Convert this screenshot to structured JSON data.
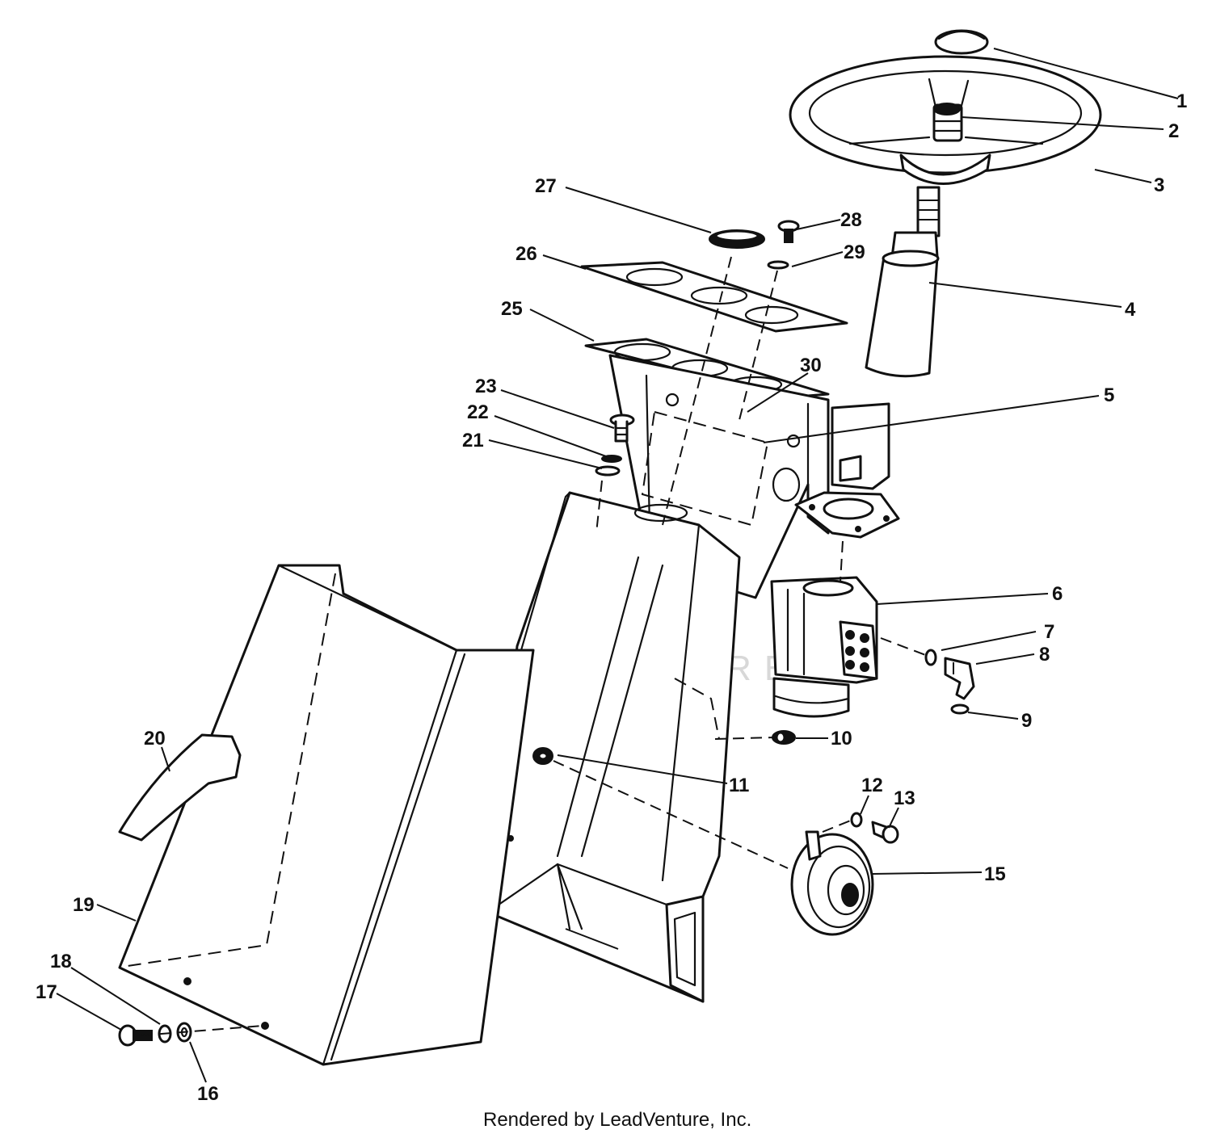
{
  "watermark": "LEADVENTURE",
  "footer": "Rendered by LeadVenture, Inc.",
  "callouts": [
    "1",
    "2",
    "3",
    "4",
    "5",
    "6",
    "7",
    "8",
    "9",
    "10",
    "11",
    "12",
    "13",
    "15",
    "16",
    "17",
    "18",
    "19",
    "20",
    "21",
    "22",
    "23",
    "25",
    "26",
    "27",
    "28",
    "29",
    "30"
  ]
}
